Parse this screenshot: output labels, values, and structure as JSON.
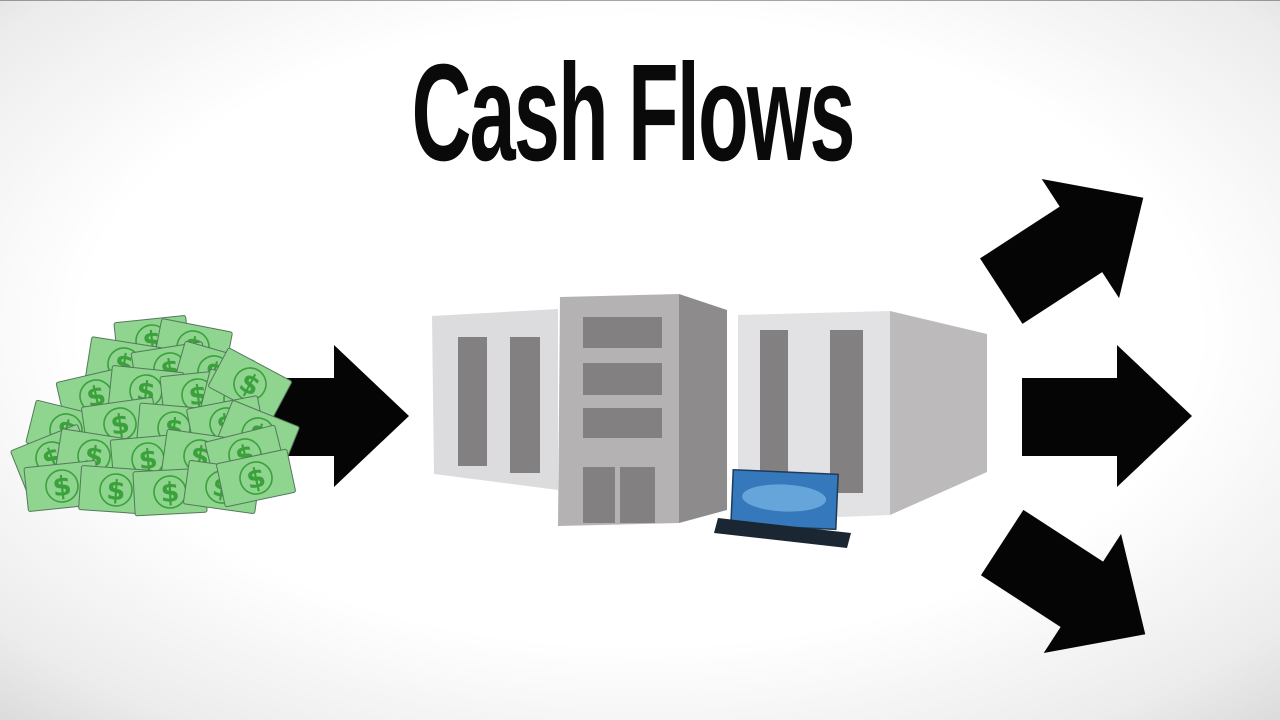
{
  "title": {
    "text": "Cash Flows"
  },
  "money_pile": {
    "icon": "money-pile-icon",
    "currency_symbol": "$"
  },
  "building": {
    "icon": "company-building-icon",
    "parts": [
      "left-wing",
      "center-tower",
      "right-wing",
      "windows",
      "doors"
    ]
  },
  "laptop": {
    "icon": "laptop-icon"
  },
  "flows": {
    "inflow_arrow_count": 1,
    "outflow_arrow_count": 3,
    "inflow_direction": "right",
    "outflow_directions": [
      "up-right",
      "right",
      "down-right"
    ]
  },
  "colors": {
    "title": "#0a0a0a",
    "arrow": "#050505",
    "bill": "#8fd48f",
    "bill-outline": "#53795a",
    "dollar": "#3ba13b",
    "wing-front": "#dcdbdd",
    "wing-right-front": "#e2e1e3",
    "wing-side": "#bcbaba",
    "tower-front": "#b5b2b3",
    "tower-side": "#8e8b8c",
    "window": "#838081",
    "laptop-screen": "#3578bc",
    "laptop-highlight": "#66a5d9",
    "laptop-base": "#1b2633",
    "bg-center": "#ffffff",
    "bg-edge": "#b3b3b3"
  }
}
